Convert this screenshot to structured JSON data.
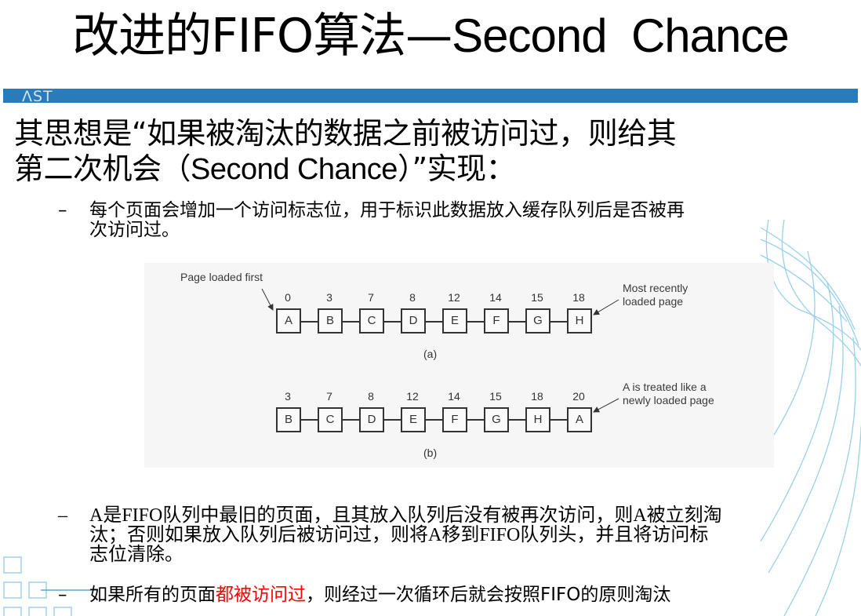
{
  "slide": {
    "title_cn": "改进的FIFO算法—",
    "title_en": "Second  Chance",
    "header_bar": {
      "color": "#2a7bba",
      "logo_text": "ΛST"
    },
    "heading": {
      "line1": "其思想是“如果被淘汰的数据之前被访问过，则给其",
      "line2_cn_a": "第二次机会（",
      "line2_en": "Second Chance",
      "line2_cn_b": "）”实现："
    },
    "bullets": [
      {
        "dash": "–",
        "line1": "每个页面会增加一个访问标志位，用于标识此数据放入缓存队列后是否被再",
        "line2": "次访问过。"
      },
      {
        "dash": "–",
        "line1": "A是FIFO队列中最旧的页面，且其放入队列后没有被再次访问，则A被立刻淘",
        "line2": "汰；否则如果放入队列后被访问过，则将A移到FIFO队列头，并且将访问标",
        "line3": "志位清除。"
      },
      {
        "dash": "–",
        "text_a": "如果所有的页面",
        "text_highlight": "都被访问过",
        "text_b": "，则经过一次循环后就会按照FIFO的原则淘汰",
        "highlight_color": "#ff0000"
      }
    ]
  },
  "diagram": {
    "background": "#f6f6f6",
    "a": {
      "caption": "(a)",
      "label_left": "Page loaded first",
      "label_right_line1": "Most recently",
      "label_right_line2": "loaded page",
      "pages": [
        {
          "name": "A",
          "time": "0"
        },
        {
          "name": "B",
          "time": "3"
        },
        {
          "name": "C",
          "time": "7"
        },
        {
          "name": "D",
          "time": "8"
        },
        {
          "name": "E",
          "time": "12"
        },
        {
          "name": "F",
          "time": "14"
        },
        {
          "name": "G",
          "time": "15"
        },
        {
          "name": "H",
          "time": "18"
        }
      ]
    },
    "b": {
      "caption": "(b)",
      "label_right_line1": "A is treated like a",
      "label_right_line2": "newly loaded page",
      "pages": [
        {
          "name": "B",
          "time": "3"
        },
        {
          "name": "C",
          "time": "7"
        },
        {
          "name": "D",
          "time": "8"
        },
        {
          "name": "E",
          "time": "12"
        },
        {
          "name": "F",
          "time": "14"
        },
        {
          "name": "G",
          "time": "15"
        },
        {
          "name": "H",
          "time": "18"
        },
        {
          "name": "A",
          "time": "20"
        }
      ]
    }
  }
}
